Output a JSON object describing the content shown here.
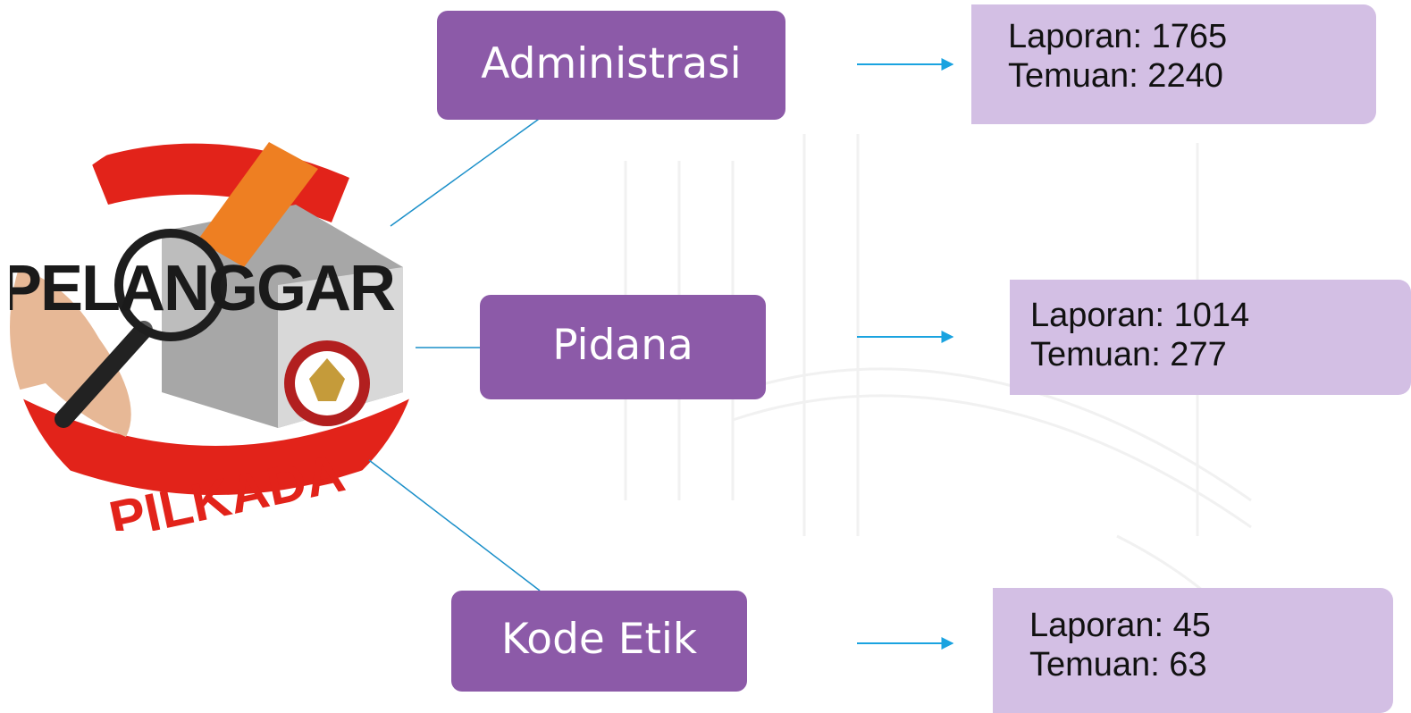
{
  "colors": {
    "category_box": "#8c5aa8",
    "stat_box": "#d3bfe4",
    "connector": "#1a8fc9",
    "arrow": "#1aa3e0",
    "logo_red": "#e2231a",
    "logo_orange": "#ee7f22",
    "logo_gray": "#9b9b9b"
  },
  "logo": {
    "icon": "pelanggaran-pilkada-logo",
    "top_text": "PELANGGAR",
    "bottom_text": "PILKADA"
  },
  "categories": [
    {
      "label": "Administrasi",
      "laporan": "Laporan: 1765",
      "temuan": "Temuan: 2240"
    },
    {
      "label": "Pidana",
      "laporan": "Laporan: 1014",
      "temuan": "Temuan: 277"
    },
    {
      "label": "Kode Etik",
      "laporan": "Laporan: 45",
      "temuan": "Temuan: 63"
    }
  ]
}
